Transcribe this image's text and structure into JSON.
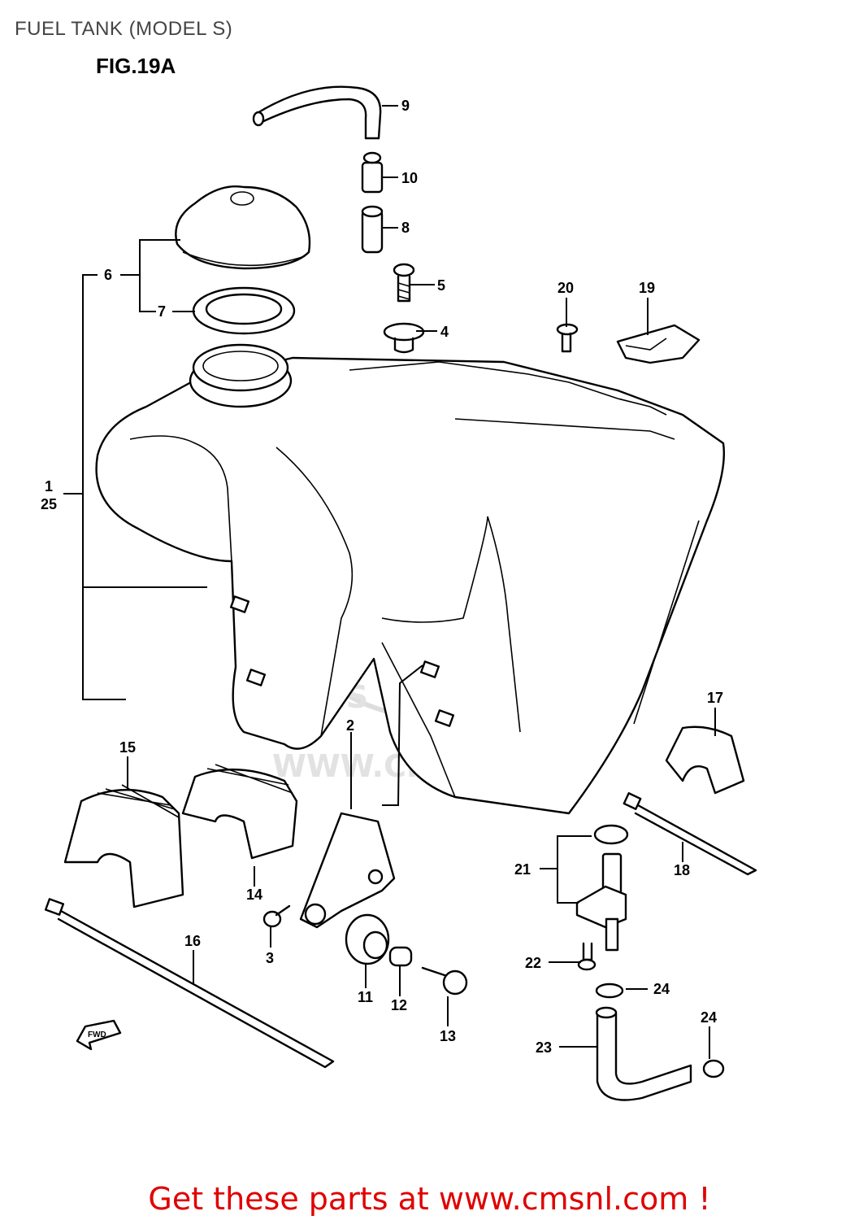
{
  "header": {
    "title": "FUEL TANK (MODEL S)",
    "figure": "FIG.19A"
  },
  "watermark": {
    "text": "WWW.CMSNL.COM",
    "logo": "CMS"
  },
  "fwd_arrow": "FWD",
  "callouts": [
    "9",
    "10",
    "8",
    "6",
    "7",
    "5",
    "4",
    "20",
    "19",
    "1",
    "25",
    "17",
    "15",
    "2",
    "14",
    "21",
    "18",
    "3",
    "11",
    "12",
    "13",
    "22",
    "24",
    "16",
    "23",
    "24"
  ],
  "footer": {
    "link_text": "Get these parts at www.cmsnl.com !"
  },
  "colors": {
    "footer_text": "#e00000",
    "line": "#000000",
    "watermark": "#dddddd"
  }
}
